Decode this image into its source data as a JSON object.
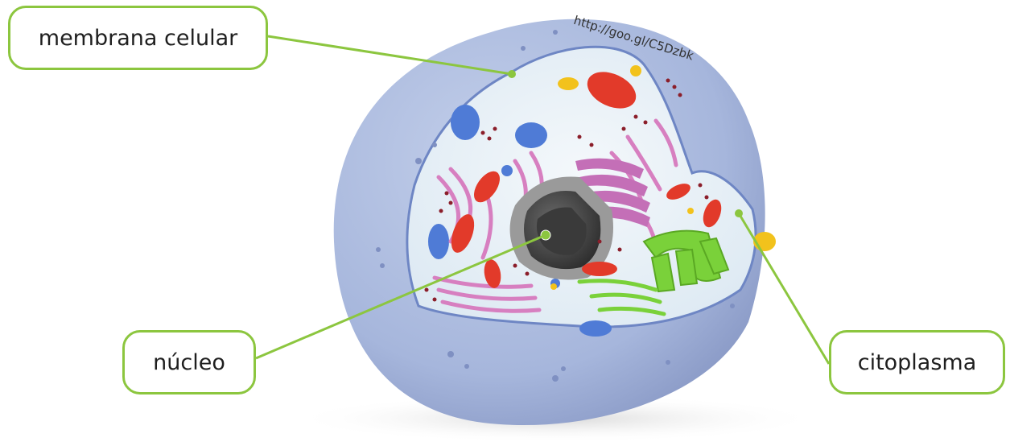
{
  "labels": {
    "membrana": "membrana celular",
    "nucleo": "núcleo",
    "citoplasma": "citoplasma"
  },
  "source_url": "http://goo.gl/C5Dzbk",
  "colors": {
    "label_border": "#8cc63f",
    "leader_line": "#8cc63f",
    "membrane": "#a9b9dd",
    "cytoplasm": "#e6f0f6",
    "nucleus": "#4a4a4a",
    "mitochondria": "#e23a2a",
    "golgi": "#7ad13a",
    "er": "#d77fc0",
    "vesicle": "#f2c21c"
  }
}
